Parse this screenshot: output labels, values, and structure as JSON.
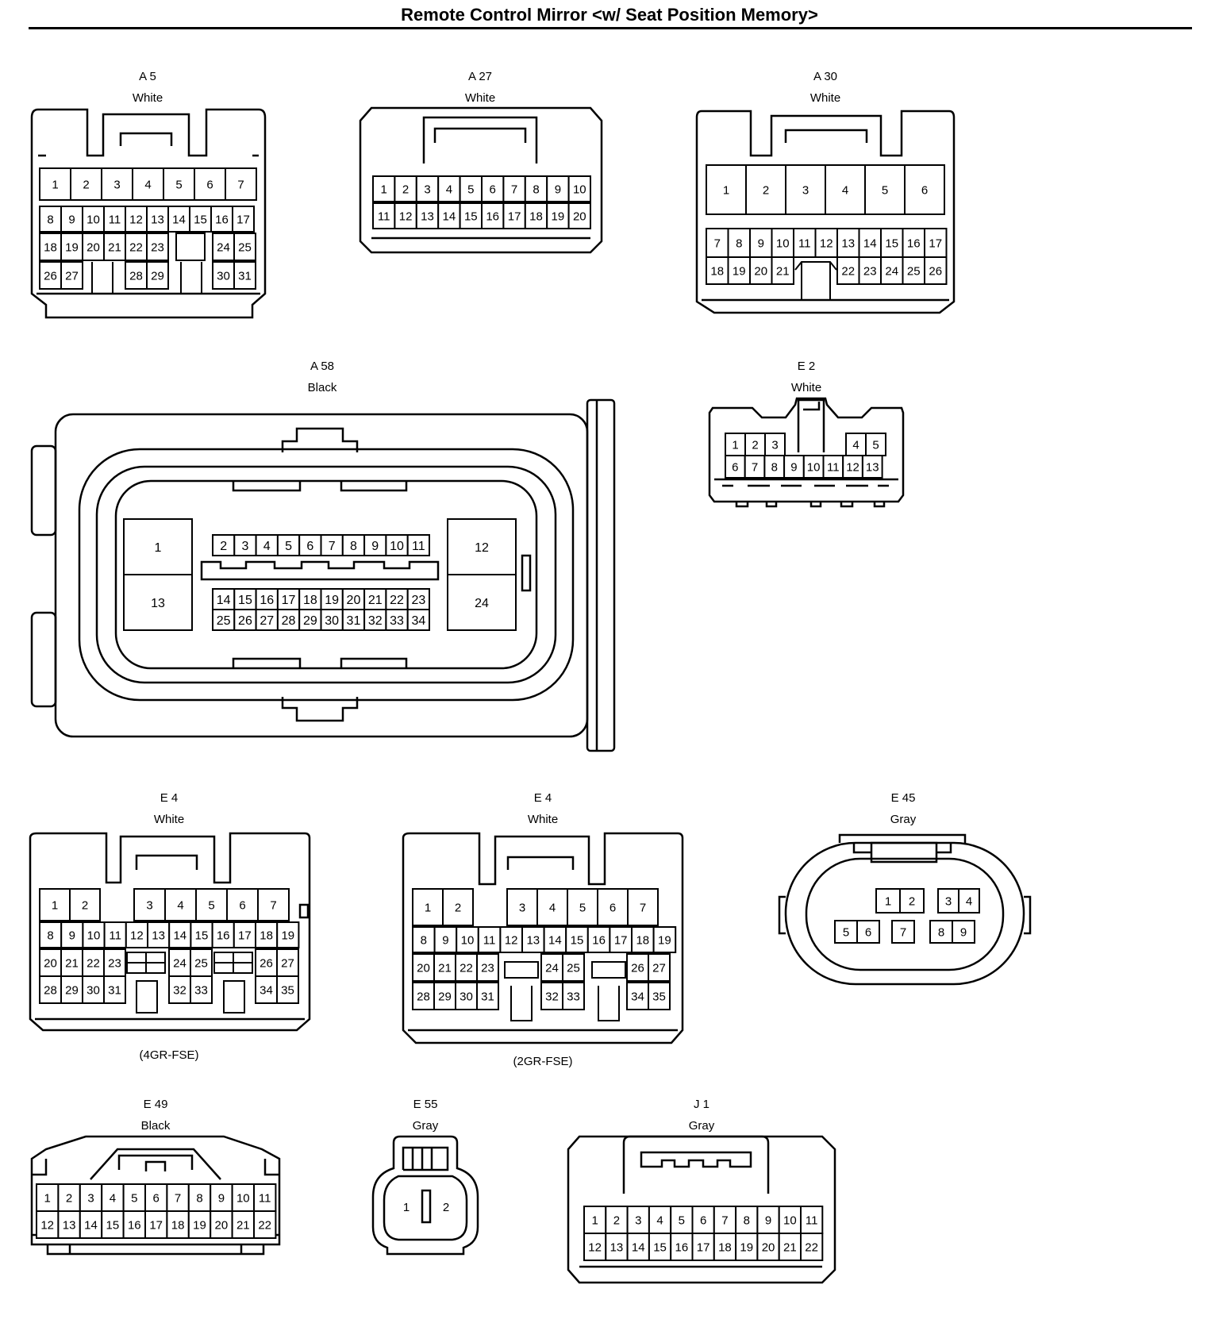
{
  "title": "Remote Control Mirror <w/ Seat Position Memory>",
  "connectors": {
    "a5": {
      "code": "A 5",
      "color": "White"
    },
    "a27": {
      "code": "A 27",
      "color": "White"
    },
    "a30": {
      "code": "A 30",
      "color": "White"
    },
    "a58": {
      "code": "A 58",
      "color": "Black"
    },
    "e2": {
      "code": "E 2",
      "color": "White"
    },
    "e4a": {
      "code": "E 4",
      "color": "White",
      "note": "(4GR-FSE)"
    },
    "e4b": {
      "code": "E 4",
      "color": "White",
      "note": "(2GR-FSE)"
    },
    "e45": {
      "code": "E 45",
      "color": "Gray"
    },
    "e49": {
      "code": "E 49",
      "color": "Black"
    },
    "e55": {
      "code": "E 55",
      "color": "Gray"
    },
    "j1": {
      "code": "J 1",
      "color": "Gray"
    }
  }
}
